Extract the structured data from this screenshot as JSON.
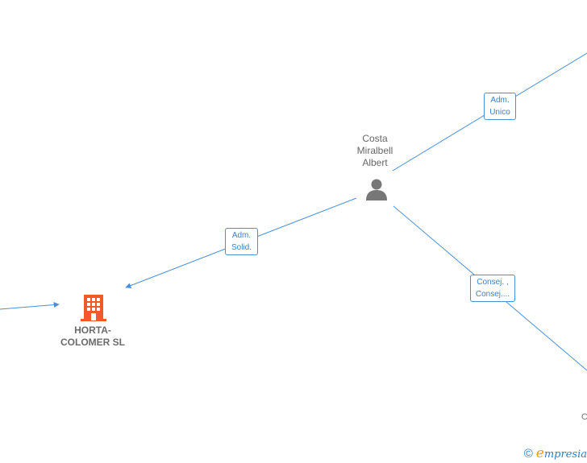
{
  "nodes": {
    "person": {
      "name_lines": [
        "Costa",
        "Miralbell",
        "Albert"
      ],
      "icon": "person-icon"
    },
    "company": {
      "name_lines": [
        "HORTA-",
        "COLOMER  SL"
      ],
      "icon": "building-icon",
      "color": "#f05a28"
    }
  },
  "edges": {
    "adm_unico": {
      "lines": [
        "Adm.",
        "Unico"
      ]
    },
    "adm_solid": {
      "lines": [
        "Adm.",
        "Solid."
      ]
    },
    "consej": {
      "lines": [
        "Consej. ,",
        "Consej...."
      ]
    }
  },
  "offscreen_text": "C",
  "footer": {
    "copyright_symbol": "©",
    "brand_initial": "e",
    "brand_rest": "mpresia"
  },
  "colors": {
    "edge": "#4a90d9",
    "label_text": "#3c7fc9",
    "person_icon": "#777777",
    "company_icon": "#f05a28"
  }
}
